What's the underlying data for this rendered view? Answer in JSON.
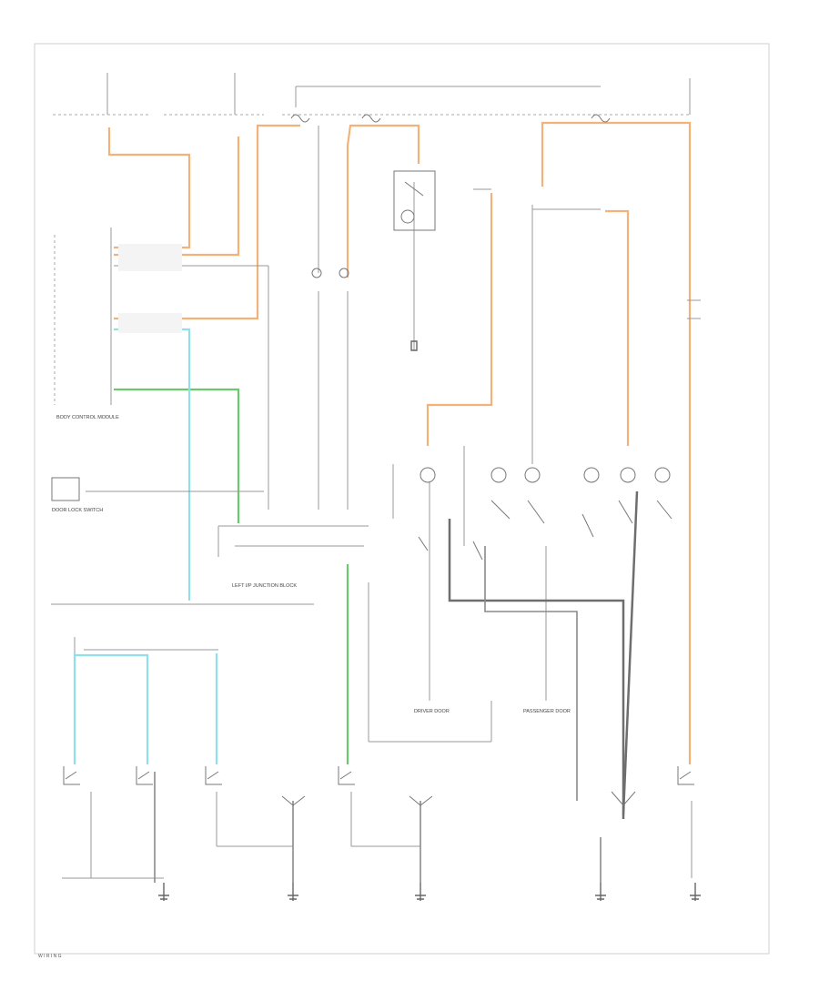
{
  "colors": {
    "orange_wire": "#f2b27a",
    "green_wire": "#6cc86c",
    "cyan_wire": "#8fe0ea",
    "gray_wire": "#9a9a9a",
    "dark_wire": "#6e6e6e"
  },
  "labels": {
    "bcm": "BODY CONTROL MODULE",
    "door_lock_switch": "DOOR LOCK SWITCH",
    "lf_junction": "LEFT I/P JUNCTION BLOCK",
    "driver_door": "DRIVER DOOR",
    "passenger_door": "PASSENGER DOOR",
    "footer": "W I R I N G"
  }
}
